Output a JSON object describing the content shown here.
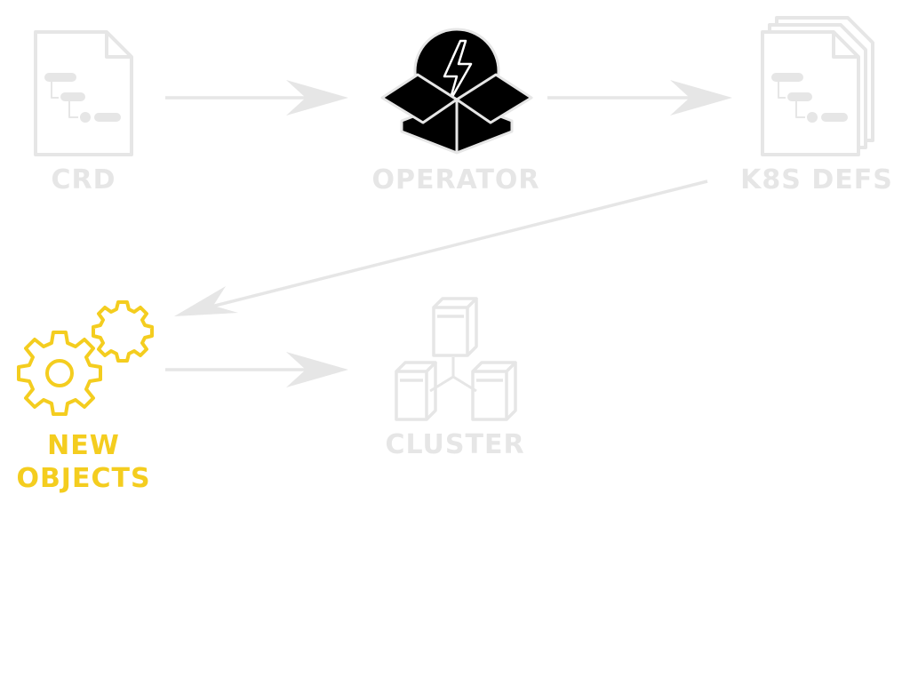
{
  "nodes": {
    "crd": {
      "label": "CRD",
      "icon": "document-tree-icon"
    },
    "operator": {
      "label": "OPERATOR",
      "icon": "lightning-box-icon"
    },
    "k8s_defs": {
      "label": "K8S DEFS",
      "icon": "stacked-documents-icon"
    },
    "new_objects": {
      "label_line1": "NEW",
      "label_line2": "OBJECTS",
      "icon": "gears-icon"
    },
    "cluster": {
      "label": "CLUSTER",
      "icon": "server-cluster-icon"
    }
  },
  "colors": {
    "inactive": "#e6e6e6",
    "active": "#f4cd1f",
    "operator_fill": "#000000",
    "background": "#ffffff"
  }
}
